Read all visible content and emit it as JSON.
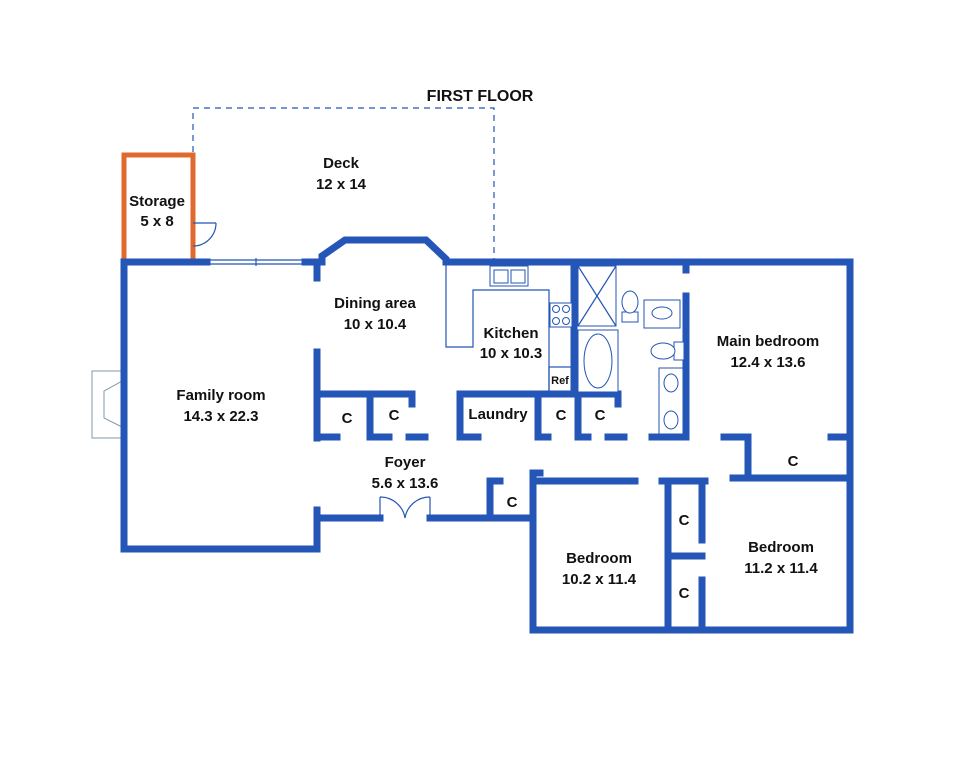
{
  "title": "FIRST FLOOR",
  "colors": {
    "walls": "#2356b6",
    "storage_walls": "#e06a2e",
    "background": "#ffffff"
  },
  "rooms": {
    "deck": {
      "name": "Deck",
      "size": "12 x 14"
    },
    "storage": {
      "name": "Storage",
      "size": "5 x 8"
    },
    "dining": {
      "name": "Dining area",
      "size": "10 x 10.4"
    },
    "kitchen": {
      "name": "Kitchen",
      "size": "10 x 10.3"
    },
    "family": {
      "name": "Family room",
      "size": "14.3 x 22.3"
    },
    "main_bedroom": {
      "name": "Main bedroom",
      "size": "12.4 x 13.6"
    },
    "foyer": {
      "name": "Foyer",
      "size": "5.6 x 13.6"
    },
    "laundry": {
      "name": "Laundry"
    },
    "bedroom_left": {
      "name": "Bedroom",
      "size": "10.2 x 11.4"
    },
    "bedroom_right": {
      "name": "Bedroom",
      "size": "11.2 x 11.4"
    }
  },
  "closet_label": "C",
  "ref_label": "Ref"
}
